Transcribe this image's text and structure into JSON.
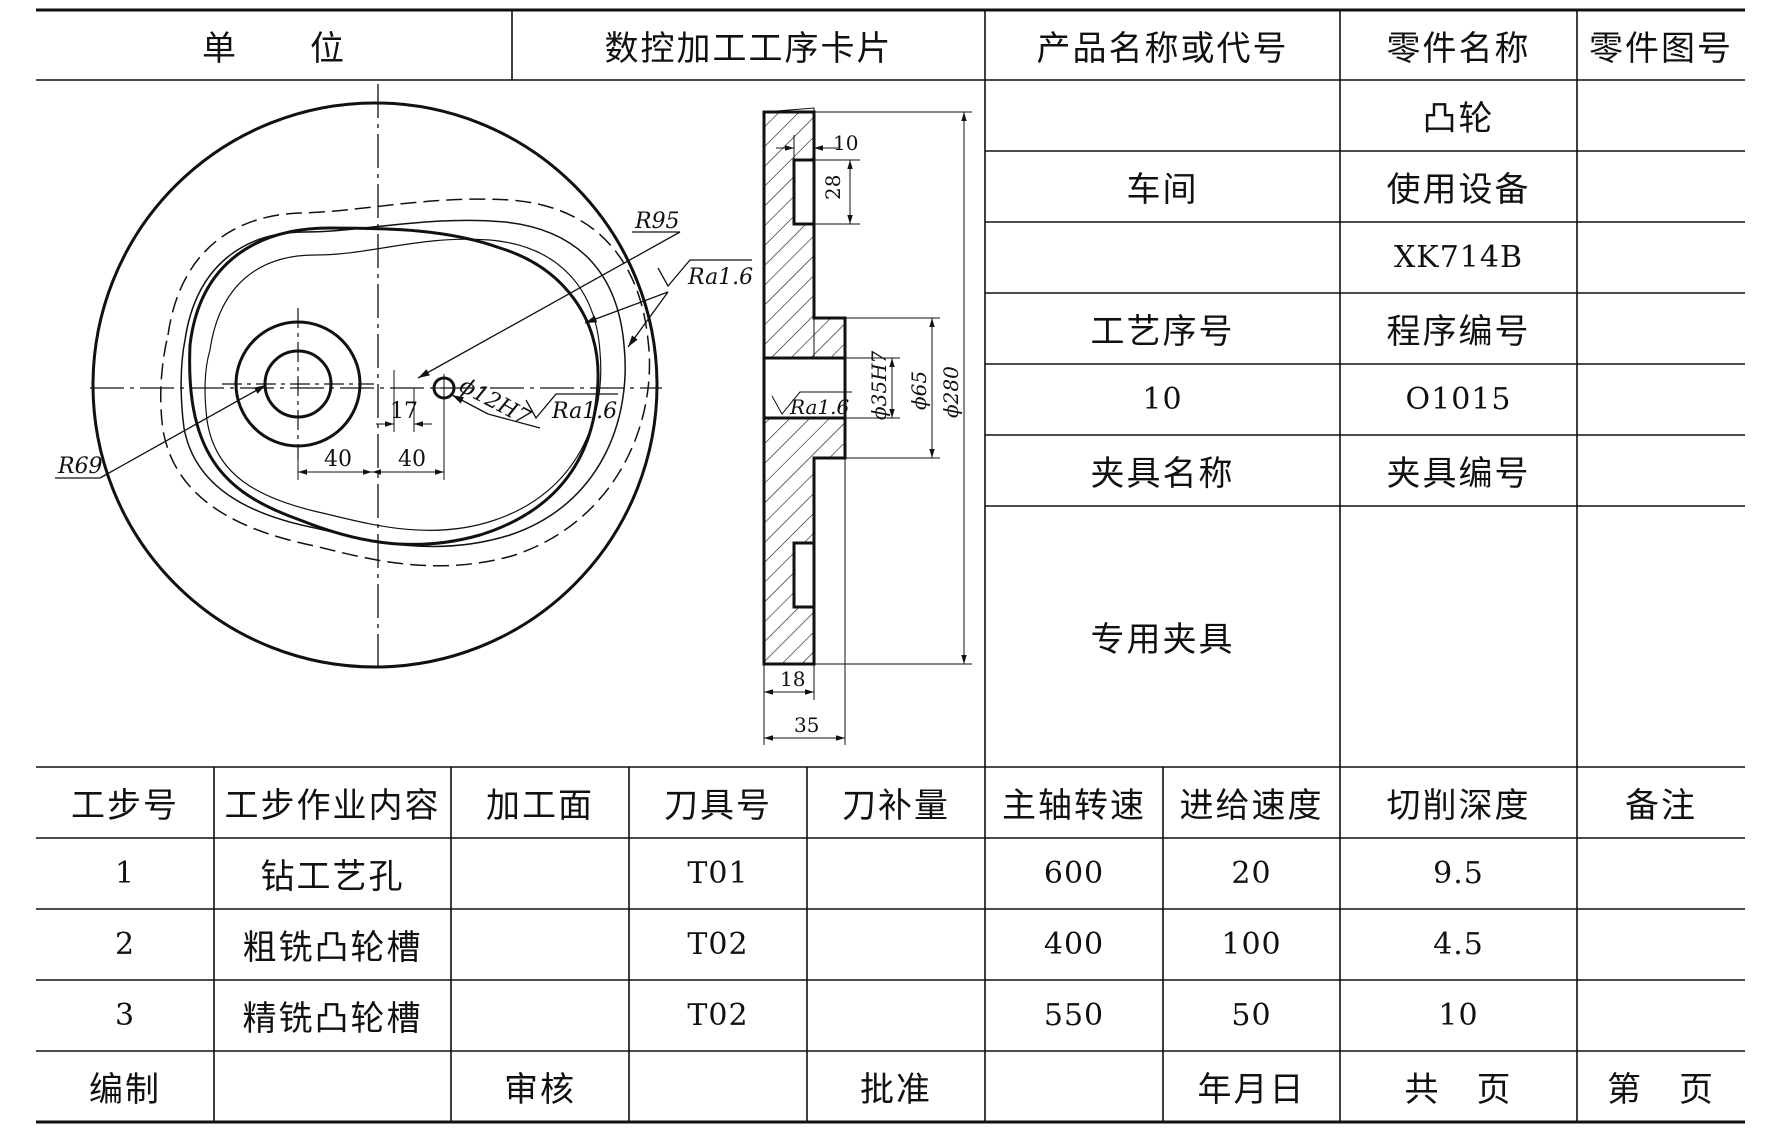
{
  "header": {
    "unit_label": "单　　位",
    "card_title": "数控加工工序卡片",
    "product_label": "产品名称或代号",
    "part_name_label": "零件名称",
    "part_drawing_no_label": "零件图号"
  },
  "info": {
    "part_name": "凸轮",
    "workshop_label": "车间",
    "equipment_label": "使用设备",
    "equipment": "XK714B",
    "process_no_label": "工艺序号",
    "program_no_label": "程序编号",
    "process_no": "10",
    "program_no": "O1015",
    "fixture_name_label": "夹具名称",
    "fixture_no_label": "夹具编号",
    "fixture_name": "专用夹具"
  },
  "steps_table": {
    "columns": [
      "工步号",
      "工步作业内容",
      "加工面",
      "刀具号",
      "刀补量",
      "主轴转速",
      "进给速度",
      "切削深度",
      "备注"
    ],
    "rows": [
      [
        "1",
        "钻工艺孔",
        "",
        "T01",
        "",
        "600",
        "20",
        "9.5",
        ""
      ],
      [
        "2",
        "粗铣凸轮槽",
        "",
        "T02",
        "",
        "400",
        "100",
        "4.5",
        ""
      ],
      [
        "3",
        "精铣凸轮槽",
        "",
        "T02",
        "",
        "550",
        "50",
        "10",
        ""
      ]
    ]
  },
  "footer": {
    "prepared_label": "编制",
    "reviewed_label": "审核",
    "approved_label": "批准",
    "date_label": "年月日",
    "total_pages_label": "共　页",
    "page_label": "第　页"
  },
  "drawing": {
    "front_view": {
      "r95": "R95",
      "r69": "R69",
      "hole": "ϕ12H7",
      "ra_groove": "Ra1.6",
      "ra_hole": "Ra1.6",
      "dim_17": "17",
      "dim_40_left": "40",
      "dim_40_right": "40"
    },
    "section_view": {
      "dim_10": "10",
      "dim_28": "28",
      "dim_35h7": "ϕ35H7",
      "dim_65": "ϕ65",
      "dim_280": "ϕ280",
      "dim_18": "18",
      "dim_35": "35",
      "ra_bore": "Ra1.6"
    }
  }
}
